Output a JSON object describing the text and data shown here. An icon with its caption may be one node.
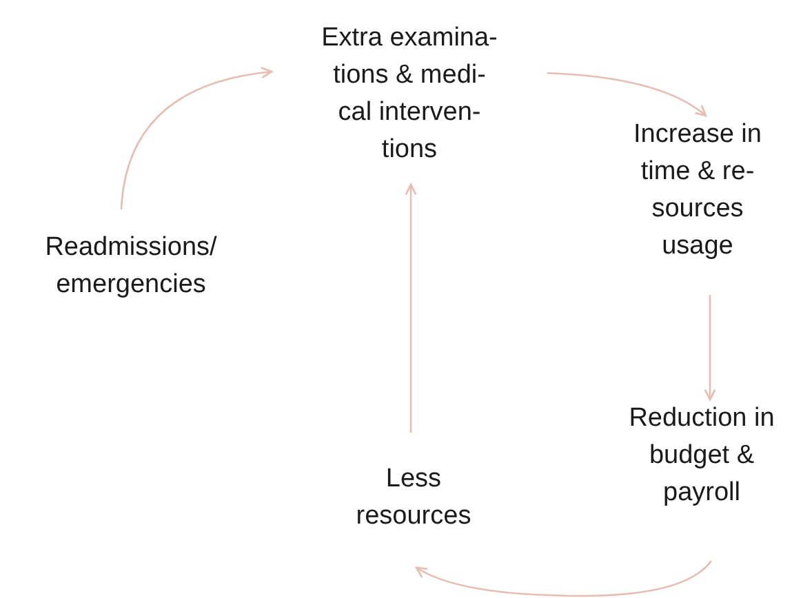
{
  "diagram": {
    "nodes": [
      {
        "text": [
          "Extra examina- tions & medi- cal interven- tions"
        ]
      },
      {
        "text": [
          "Increase in time & re- sources usage"
        ]
      },
      {
        "text": [
          "Reduction in budget & payroll"
        ]
      },
      {
        "text": [
          "Less resources"
        ]
      },
      {
        "text": [
          "Readmissions/ emergencies"
        ]
      }
    ],
    "edges": [
      {
        "from": 0,
        "to": 1,
        "arrow": "to"
      },
      {
        "from": 1,
        "to": 2,
        "arrow": "to"
      },
      {
        "from": 2,
        "to": 3,
        "arrow": "to"
      },
      {
        "from": 3,
        "to": 0,
        "arrow": "to"
      },
      {
        "from": 4,
        "to": 0,
        "arrow": "to"
      }
    ]
  }
}
